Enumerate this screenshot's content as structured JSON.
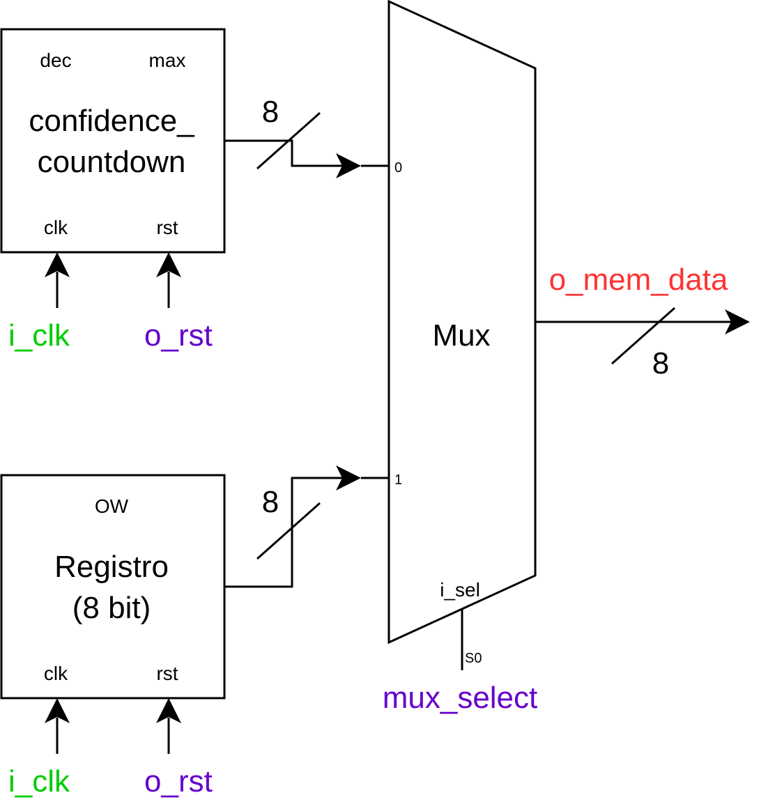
{
  "counter": {
    "title_line1": "confidence_",
    "title_line2": "countdown",
    "port_dec": "dec",
    "port_max": "max",
    "port_clk": "clk",
    "port_rst": "rst"
  },
  "register": {
    "title_line1": "Registro",
    "title_line2": "(8 bit)",
    "port_ow": "OW",
    "port_clk": "clk",
    "port_rst": "rst"
  },
  "mux": {
    "label": "Mux",
    "input0": "0",
    "input1": "1",
    "sel_port": "i_sel",
    "sel_pin": "S0"
  },
  "signals": {
    "counter_clk": "i_clk",
    "counter_rst": "o_rst",
    "register_clk": "i_clk",
    "register_rst": "o_rst",
    "mux_select": "mux_select",
    "output": "o_mem_data"
  },
  "bus_widths": {
    "counter_to_mux": "8",
    "register_to_mux": "8",
    "mux_output": "8"
  },
  "colors": {
    "clock_signal": "#00cc00",
    "control_signal": "#6600cc",
    "output_signal": "#ff3333",
    "wire": "#000000"
  },
  "icons": {
    "counter_clk": "up-arrow-icon",
    "counter_rst": "up-arrow-icon",
    "register_clk": "up-arrow-icon",
    "register_rst": "up-arrow-icon",
    "bus_in0": "right-arrow-icon",
    "bus_in1": "right-arrow-icon",
    "output": "right-arrow-icon"
  }
}
